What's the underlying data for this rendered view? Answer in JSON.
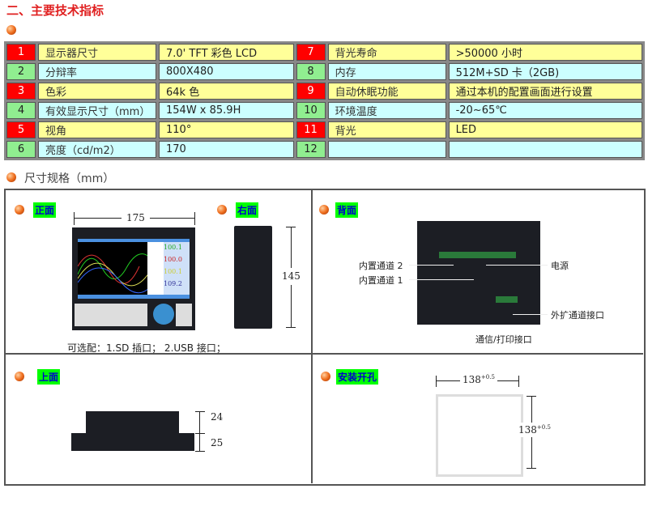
{
  "title": "二、主要技术指标",
  "specs": [
    {
      "n1": "1",
      "k1": "显示器尺寸",
      "v1": "7.0' TFT 彩色 LCD",
      "n2": "7",
      "k2": "背光寿命",
      "v2": ">50000 小时"
    },
    {
      "n1": "2",
      "k1": "分辩率",
      "v1": "800X480",
      "n2": "8",
      "k2": "内存",
      "v2": "512M+SD 卡（2GB)"
    },
    {
      "n1": "3",
      "k1": "色彩",
      "v1": "64k 色",
      "n2": "9",
      "k2": "自动休眠功能",
      "v2": "通过本机的配置画面进行设置"
    },
    {
      "n1": "4",
      "k1": "有效显示尺寸（mm）",
      "v1": "154W x 85.9H",
      "n2": "10",
      "k2": "环境温度",
      "v2": "-20~65℃"
    },
    {
      "n1": "5",
      "k1": "视角",
      "v1": "110°",
      "n2": "11",
      "k2": "背光",
      "v2": "LED"
    },
    {
      "n1": "6",
      "k1": "亮度（cd/m2）",
      "v1": "170",
      "n2": "12",
      "k2": "",
      "v2": ""
    }
  ],
  "dims_title": "尺寸规格（mm）",
  "front": {
    "tag": "正面",
    "width": "175",
    "readings": [
      "100.1",
      "100.0",
      "100.1",
      "109.2"
    ],
    "note": "可选配：1.SD 插口；  2.USB 接口；"
  },
  "right": {
    "tag": "右面",
    "height": "145"
  },
  "back": {
    "tag": "背面",
    "ch2": "内置通道 2",
    "ch1": "内置通道 1",
    "power": "电源",
    "ext": "外扩通道接口",
    "comm": "通信/打印接口"
  },
  "top": {
    "tag": "上面",
    "d1": "24",
    "d2": "25"
  },
  "cutout": {
    "tag": "安装开孔",
    "w": "138",
    "h": "138",
    "tol": "+0.5"
  }
}
